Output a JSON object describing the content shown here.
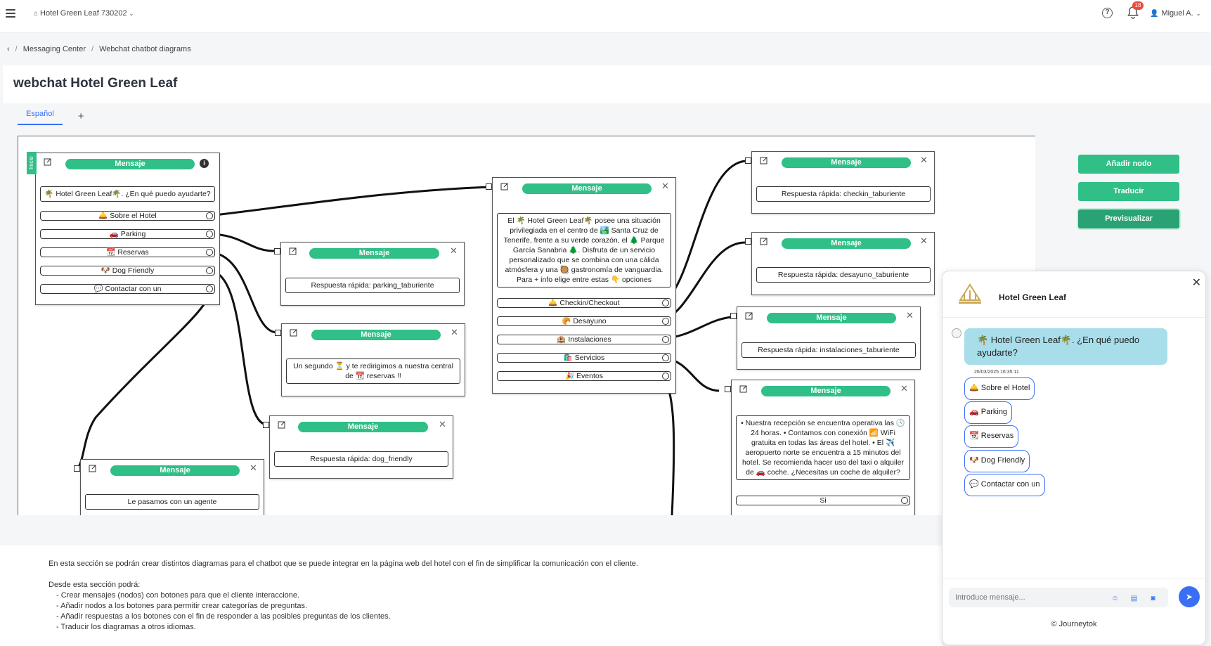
{
  "topbar": {
    "hotel": "Hotel Green Leaf 730202",
    "notifications": "18",
    "user": "Miguel A."
  },
  "breadcrumb": {
    "back": "‹",
    "sep": "/",
    "item1": "Messaging Center",
    "item2": "Webchat chatbot diagrams"
  },
  "page": {
    "title": "webchat Hotel Green Leaf"
  },
  "tabs": {
    "active": "Español",
    "add": "+"
  },
  "diagram": {
    "start_label": "Inicio",
    "node_title": "Mensaje",
    "root": {
      "text": "🌴 Hotel Green Leaf🌴. ¿En qué puedo ayudarte?",
      "buttons": [
        "🛎️ Sobre el Hotel",
        "🚗 Parking",
        "📆 Reservas",
        "🐶 Dog Friendly",
        "💬 Contactar con un"
      ]
    },
    "parking": "Respuesta rápida: parking_taburiente",
    "reservas": "Un segundo ⏳ y te redirigimos a nuestra central de 📆 reservas !!",
    "dog": "Respuesta rápida: dog_friendly",
    "agent": "Le pasamos con un agente",
    "about": {
      "text": "El 🌴 Hotel Green Leaf🌴 posee una situación privilegiada en el centro de 🏞️ Santa Cruz de Tenerife, frente a su verde corazón, el 🌲 Parque García Sanabria 🌲. Disfruta de un servicio personalizado que se combina con una cálida atmósfera y una 🥘 gastronomía de vanguardia. Para + info elige entre estas 👇 opciones",
      "buttons": [
        "🛎️ Checkin/Checkout",
        "🥐 Desayuno",
        "🏨 Instalaciones",
        "🛍️ Servicios",
        "🎉 Eventos"
      ]
    },
    "checkin": "Respuesta rápida: checkin_taburiente",
    "desayuno": "Respuesta rápida: desayuno_taburiente",
    "instalaciones": "Respuesta rápida: instalaciones_taburiente",
    "servicios": {
      "text": "• Nuestra recepción se encuentra operativa las 🕓 24 horas. • Contamos con conexión 📶 WiFi gratuita en todas las áreas del hotel. • El ✈️ aeropuerto norte se encuentra a 15 minutos del hotel. Se recomienda hacer uso del taxi o alquiler de 🚗 coche. ¿Necesitas un coche de alquiler?",
      "button": "Si"
    }
  },
  "actions": {
    "add_node": "Añadir nodo",
    "translate": "Traducir",
    "preview": "Previsualizar"
  },
  "help": {
    "intro": "En esta sección se podrán crear distintos diagramas para el chatbot que se puede integrar en la página web del hotel con el fin de simplificar la comunicación con el cliente.",
    "lead": "Desde esta sección podrá:",
    "items": [
      "- Crear mensajes (nodos) con botones para que el cliente interaccione.",
      "- Añadir nodos a los botones para permitir crear categorías de preguntas.",
      "- Añadir respuestas a los botones con el fin de responder a las posibles preguntas de los clientes.",
      "- Traducir los diagramas a otros idiomas."
    ]
  },
  "chat": {
    "name": "Hotel Green Leaf",
    "message": "🌴 Hotel Green Leaf🌴. ¿En qué puedo ayudarte?",
    "timestamp": "26/03/2025 16:35:11",
    "quick_replies": [
      "🛎️ Sobre el Hotel",
      "🚗 Parking",
      "📆 Reservas",
      "🐶 Dog Friendly",
      "💬 Contactar con un"
    ],
    "placeholder": "Introduce mensaje...",
    "footer": "© Journeytok"
  },
  "colors": {
    "accent": "#2fbf87",
    "link": "#3a6ff5",
    "bubble": "#a8ddea"
  }
}
